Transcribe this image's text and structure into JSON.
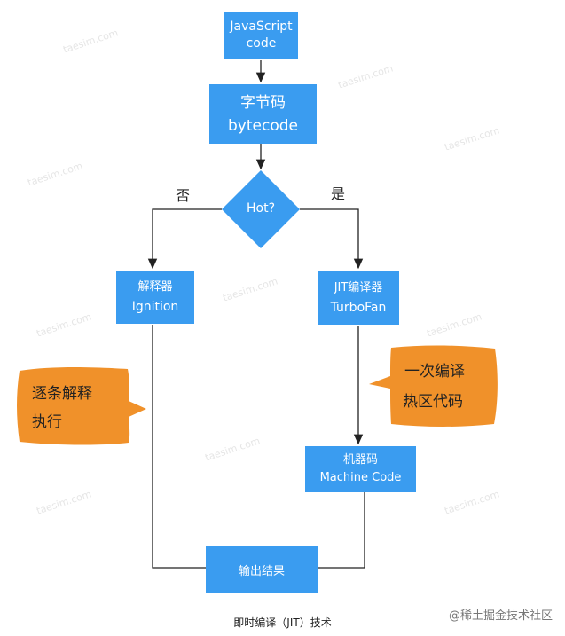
{
  "nodes": {
    "js_code": {
      "line1": "JavaScript",
      "line2": "code"
    },
    "bytecode": {
      "line1": "字节码",
      "line2": "bytecode"
    },
    "hot": {
      "label": "Hot?"
    },
    "interpreter": {
      "line1": "解释器",
      "line2": "Ignition"
    },
    "jit": {
      "line1": "JIT编译器",
      "line2": "TurboFan"
    },
    "machine_code": {
      "line1": "机器码",
      "line2": "Machine Code"
    },
    "output": {
      "label": "输出结果"
    }
  },
  "branches": {
    "no": "否",
    "yes": "是"
  },
  "callouts": {
    "left": {
      "line1": "逐条解释",
      "line2": "执行"
    },
    "right": {
      "line1": "一次编译",
      "line2": "热区代码"
    }
  },
  "watermark": "taesim.com",
  "caption": "即时编译（JIT）技术",
  "credit": "@稀土掘金技术社区",
  "colors": {
    "node": "#3a9cf0",
    "callout": "#f0912a",
    "line": "#222222"
  }
}
